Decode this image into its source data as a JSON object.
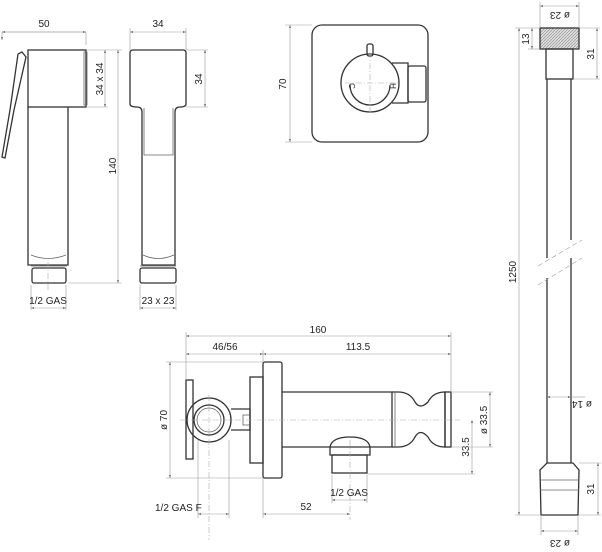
{
  "handset_side": {
    "width": "50",
    "head": "34 x 34",
    "length": "140",
    "thread": "1/2 GAS"
  },
  "handset_front": {
    "width": "34",
    "head_height": "34",
    "stem": "23 x 23"
  },
  "valve_plate": {
    "height": "70",
    "cold_mark": "C",
    "hot_mark": "H"
  },
  "assembly": {
    "total": "160",
    "handle_depth": "46/56",
    "projection": "113.5",
    "plate_diameter": "ø 70",
    "inlet": "1/2 GAS F",
    "outlet": "1/2 GAS",
    "outlet_offset": "52",
    "axis_height": "33.5",
    "head_diameter": "ø 33.5"
  },
  "hose": {
    "nut_diameter_top": "ø 23",
    "nut_height": "13",
    "top_fitting": "31",
    "length": "1250",
    "hose_diameter": "ø 14",
    "bottom_fitting": "31",
    "nut_diameter_bottom": "ø 23"
  }
}
